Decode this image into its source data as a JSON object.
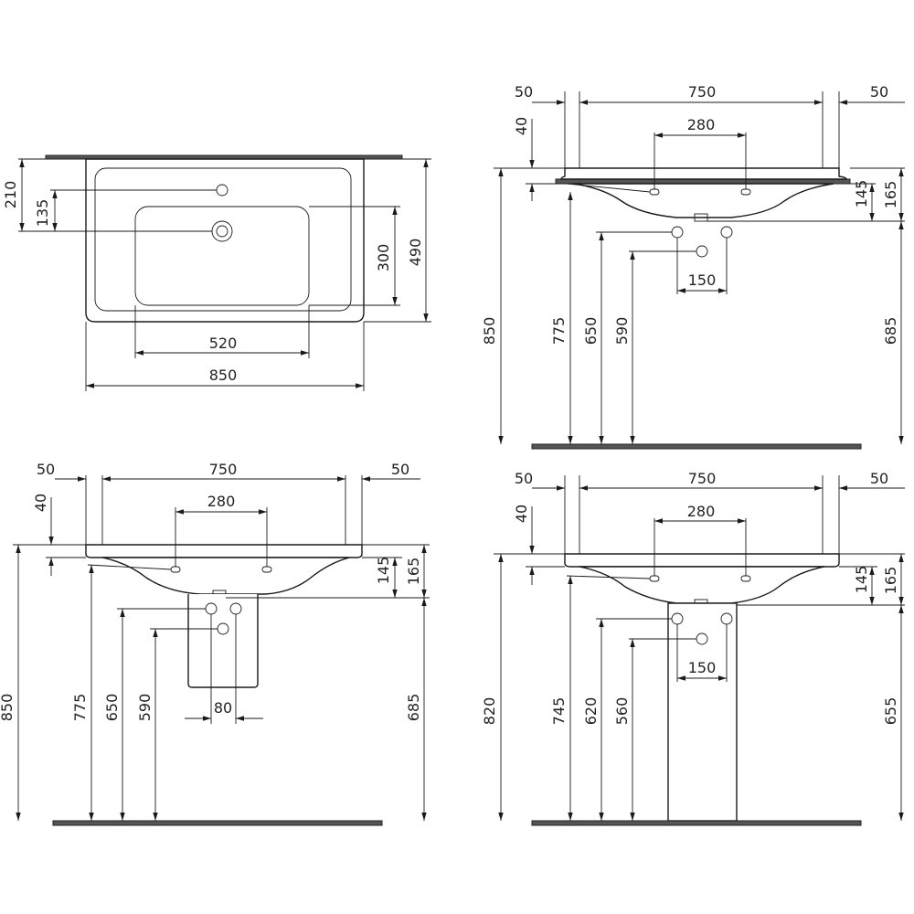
{
  "top_view": {
    "d_210": "210",
    "d_135": "135",
    "d_300": "300",
    "d_490": "490",
    "d_520": "520",
    "d_850": "850"
  },
  "wall_view": {
    "d_50_left": "50",
    "d_750": "750",
    "d_50_right": "50",
    "d_40": "40",
    "d_280": "280",
    "d_145": "145",
    "d_165": "165",
    "d_150": "150",
    "d_850": "850",
    "d_775": "775",
    "d_650": "650",
    "d_590": "590",
    "d_685": "685"
  },
  "half_pedestal_view": {
    "d_50_left": "50",
    "d_750": "750",
    "d_50_right": "50",
    "d_40": "40",
    "d_280": "280",
    "d_145": "145",
    "d_165": "165",
    "d_80": "80",
    "d_850": "850",
    "d_775": "775",
    "d_650": "650",
    "d_590": "590",
    "d_685": "685"
  },
  "pedestal_view": {
    "d_50_left": "50",
    "d_750": "750",
    "d_50_right": "50",
    "d_40": "40",
    "d_280": "280",
    "d_145": "145",
    "d_165": "165",
    "d_150": "150",
    "d_820": "820",
    "d_745": "745",
    "d_620": "620",
    "d_560": "560",
    "d_655": "655"
  }
}
